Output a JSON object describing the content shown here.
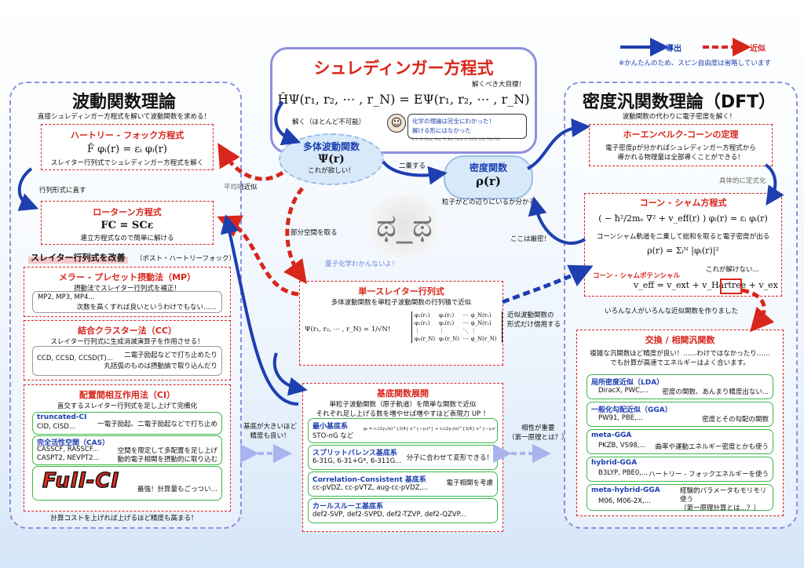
{
  "legend": {
    "derive": "導出",
    "approx": "近似",
    "note": "※かんたんのため、スピン自由度は省略しています"
  },
  "schrodinger": {
    "title": "シュレディンガー方程式",
    "equation": "ĤΨ(r₁, r₂, ⋯ , r_N) = EΨ(r₁, r₂, ⋯ , r_N)",
    "goal": "解くべき大目標！",
    "solve_note": "解く（ほとんど不可能）",
    "speech_line1": "化学の理論は完全にわかった！",
    "speech_line2": "解ける形にはなかった",
    "citation": "P. A. M. Dirac, Proc. R. Soc. Lond. A, 1929, 123, 714-733."
  },
  "manybody": {
    "title": "多体波動関数",
    "symbol": "Ψ(r)",
    "desire": "これが欲しい！"
  },
  "density": {
    "title": "密度関数",
    "symbol": "ρ(r)",
    "desc": "粒子がどの辺りにいるか分かる"
  },
  "labels": {
    "square": "二乗する",
    "mean_field": "平均場近似",
    "partial_space": "部分空間を取る",
    "quantum_cry": "量子化学わかんないよ！",
    "strict": "ここは厳密！",
    "specific": "具体的に定式化",
    "approx_wf": "近似波動関数の\n形式だけ借用する",
    "basis_big": "基底が大きいほど\n精度も良い！",
    "compat": "相性が重要\n（第一原理とは？）",
    "matrix_form": "行列形式に直す"
  },
  "wf_theory": {
    "title": "波動関数理論",
    "subtitle": "直接シュレディンガー方程式を解いて波動関数を求める！",
    "hf": {
      "title": "ハートリー - フォック方程式",
      "eq": "F̂ φᵢ(r) = εᵢ φᵢ(r)",
      "desc": "スレイター行列式でシュレディンガー方程式を解く"
    },
    "rt": {
      "title": "ローターン方程式",
      "eq": "FC = SCε",
      "desc": "連立方程式なので簡単に解ける"
    },
    "improve": "スレイター行列式を改善",
    "improve_sub": "（ポスト・ハートリーフォック）",
    "mp": {
      "title": "メラー - プレセット摂動法（MP）",
      "desc": "摂動法でスレイター行列式を補正！",
      "methods": "MP2, MP3, MP4...",
      "note": "次数を高くすれば良いというわけでもない……"
    },
    "cc": {
      "title": "結合クラスター法（CC）",
      "desc": "スレイター行列式に生成消滅演算子を作用させる！",
      "methods": "CCD, CCSD, CCSD(T)...",
      "note1": "二電子励起などで打ち止めたり",
      "note2": "丸括弧のものは摂動論で取り込んだり"
    },
    "ci": {
      "title": "配置間相互作用法（CI）",
      "desc": "直交するスレイター行列式を足し上げて完備化",
      "tci_name": "truncated-CI",
      "tci_methods": "CID, CISD...",
      "tci_note": "一電子励起、二電子励起などで打ち止め",
      "cas_name": "完全活性空間（CAS）",
      "cas_m1": "CASSCF, RASSCF...",
      "cas_m2": "CASPT2, NEVPT2...",
      "cas_n1": "空間を限定して多配置を足し上げ",
      "cas_n2": "動的電子相関を摂動的に取り込む",
      "full_logo": "Full-CI",
      "full_note": "最強！計算量もごっつい…"
    },
    "footer": "計算コストを上げれば上げるほど精度も高まる！"
  },
  "dft": {
    "title": "密度汎関数理論（DFT）",
    "subtitle": "波動関数の代わりに電子密度を解く！",
    "hk": {
      "title": "ホーエンベルク-コーンの定理",
      "l1": "電子密度ρが分かればシュレディンガー方程式から",
      "l2": "導かれる物理量は全部導くことができる！"
    },
    "ks": {
      "title": "コーン - シャム方程式",
      "eq": "( − ħ²/2mₑ ∇² + v_eff(r) ) φᵢ(r) = εᵢ φᵢ(r)",
      "desc": "コーンシャム軌道を二乗して総和を取ると電子密度が出る",
      "rho_eq": "ρ(r) = Σᵢᴺ |φᵢ(r)|²",
      "pot_title": "コーン - シャムポテンシャル",
      "pot_eq": "v_eff = v_ext + v_Hartree + v_ex",
      "cant": "これが解けない…"
    },
    "variety": "いろんな人がいろんな近似関数を作りました",
    "xc": {
      "title": "交換 / 相関汎関数",
      "l1": "複雑な汎関数ほど精度が良い！……わけではなかったり……",
      "l2": "でも計算が高速でエネルギーはよく合います。",
      "items": [
        {
          "name": "局所密度近似（LDA）",
          "methods": "DiracX, PWC,...",
          "note": "密度の関数、あんまり精度出ない..."
        },
        {
          "name": "一般化勾配近似（GGA）",
          "methods": "PW91, PBE,...",
          "note": "密度とその勾配の関数"
        },
        {
          "name": "meta-GGA",
          "methods": "PKZB, VS98,...",
          "note": "曲率や運動エネルギー密度とかも使う"
        },
        {
          "name": "hybrid-GGA",
          "methods": "B3LYP, PBE0,...",
          "note": "ハートリー - フォックエネルギーを使う"
        },
        {
          "name": "meta-hybrid-GGA",
          "methods": "M06, M06-2X,...",
          "note": "経験的パラメータもモリモリ使う\n（第一原理計算とは…？）"
        }
      ]
    }
  },
  "slater": {
    "title": "単一スレイター行列式",
    "desc": "多体波動関数を単粒子波動関数の行列積で近似",
    "lhs": "Ψ(r₁, r₂, ⋯ , r_N) = 1/√N!",
    "matrix": [
      [
        "φ₁(r₁)",
        "φ₂(r₁)",
        "⋯",
        "φ_N(r₁)"
      ],
      [
        "φ₁(r₂)",
        "φ₂(r₂)",
        "⋯",
        "φ_N(r₂)"
      ],
      [
        "⋮",
        "⋮",
        "⋱",
        "⋮"
      ],
      [
        "φ₁(r_N)",
        "φ₂(r_N)",
        "⋯",
        "φ_N(r_N)"
      ]
    ]
  },
  "basis": {
    "title": "基底関数展開",
    "l1": "単粒子波動関数（原子軌道）を簡単な関数で近似",
    "l2": "それぞれ足し上げる数を増やせば増やすほど表現力 UP ！",
    "items": [
      {
        "name": "最小基底系",
        "methods": "STO-nG など",
        "note": "φᵢ = c₁(2γ₁/π)^{3/4} e^{−γ₁r²} + c₂(2γ₂/π)^{3/4} e^{−γ₂r²} + ⋯"
      },
      {
        "name": "スプリットバレンス基底系",
        "methods": "6-31G, 6-31+G*, 6-311G...",
        "note": "分子に合わせて変形できる！"
      },
      {
        "name": "Correlation-Consistent 基底系",
        "methods": "cc-pVDZ, cc-pVTZ, aug-cc-pVDZ,...",
        "note": "電子相関を考慮"
      },
      {
        "name": "カールスルーエ基底系",
        "methods": "def2-SVP, def2-SVPD, def2-TZVP, def2-QZVP...",
        "note": ""
      }
    ]
  },
  "colors": {
    "red": "#d8261c",
    "blue": "#1d3fb0",
    "panel_border": "#8f8fe0",
    "green": "#3cb84a"
  }
}
